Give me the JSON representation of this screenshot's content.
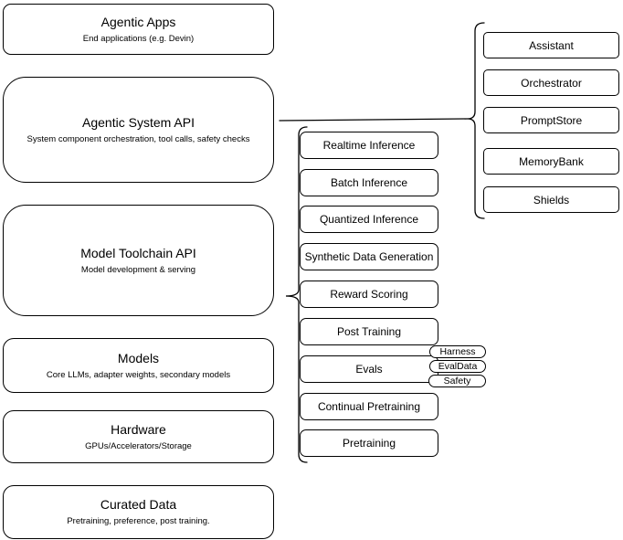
{
  "left": [
    {
      "title": "Agentic Apps",
      "subtitle": "End applications (e.g. Devin)"
    },
    {
      "title": "Agentic System API",
      "subtitle": "System component orchestration, tool calls, safety checks"
    },
    {
      "title": "Model Toolchain API",
      "subtitle": "Model development & serving"
    },
    {
      "title": "Models",
      "subtitle": "Core LLMs, adapter weights, secondary models"
    },
    {
      "title": "Hardware",
      "subtitle": "GPUs/Accelerators/Storage"
    },
    {
      "title": "Curated Data",
      "subtitle": "Pretraining, preference, post training."
    }
  ],
  "middle": [
    {
      "label": "Realtime Inference"
    },
    {
      "label": "Batch Inference"
    },
    {
      "label": "Quantized Inference"
    },
    {
      "label": "Synthetic Data Generation"
    },
    {
      "label": "Reward Scoring"
    },
    {
      "label": "Post Training"
    },
    {
      "label": "Evals"
    },
    {
      "label": "Continual Pretraining"
    },
    {
      "label": "Pretraining"
    }
  ],
  "evals_tags": [
    {
      "label": "Harness"
    },
    {
      "label": "EvalData"
    },
    {
      "label": "Safety"
    }
  ],
  "right": [
    {
      "label": "Assistant"
    },
    {
      "label": "Orchestrator"
    },
    {
      "label": "PromptStore"
    },
    {
      "label": "MemoryBank"
    },
    {
      "label": "Shields"
    }
  ],
  "colors": {
    "stroke": "#000000",
    "fill": "#ffffff",
    "text": "#000000",
    "background": "#ffffff"
  }
}
